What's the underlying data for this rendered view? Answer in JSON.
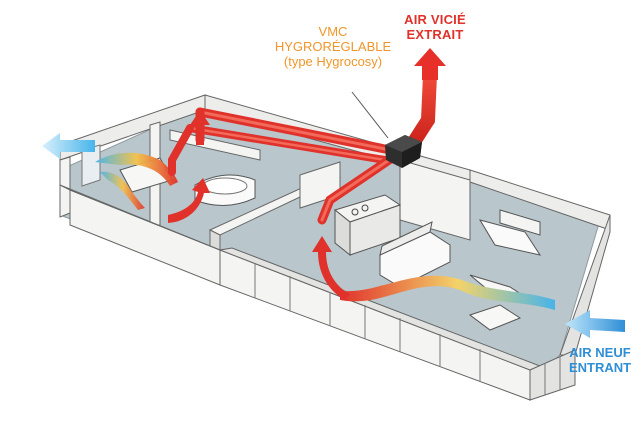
{
  "labels": {
    "vmc": {
      "line1": "VMC",
      "line2": "HYGRORÉGLABLE",
      "line3": "(type Hygrocosy)",
      "color": "#f0962a"
    },
    "extracted_air": {
      "line1": "AIR VICIÉ",
      "line2": "EXTRAIT",
      "color": "#e0322b"
    },
    "fresh_air": {
      "line1": "AIR NEUF",
      "line2": "ENTRANT",
      "color": "#2f8fd6"
    }
  },
  "colors": {
    "duct": "#e0322b",
    "duct_dark": "#b7201a",
    "flow_hot": "#e0322b",
    "flow_mid": "#f3b03c",
    "flow_cold": "#47b4ea",
    "floor": "#b9c6cc",
    "wall": "#f4f4f2",
    "wall_shade": "#dcdcda",
    "outline": "#555555"
  },
  "icons": {
    "vmc_unit": "ventilation-unit-icon",
    "exhaust_arrow": "arrow-up-icon",
    "intake_arrow": "arrow-left-icon"
  }
}
